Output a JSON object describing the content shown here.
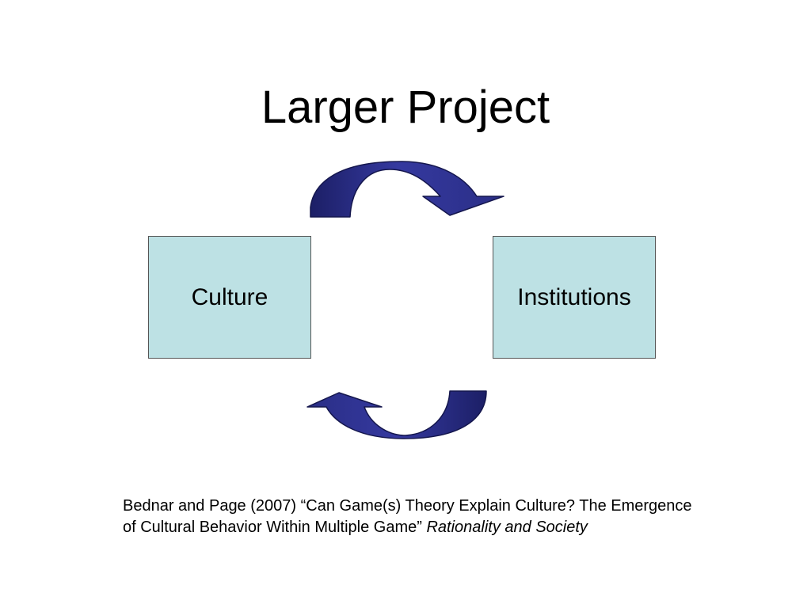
{
  "slide": {
    "title": "Larger Project"
  },
  "diagram": {
    "nodes": [
      {
        "id": "culture",
        "label": "Culture"
      },
      {
        "id": "institutions",
        "label": "Institutions"
      }
    ],
    "edges": [
      {
        "from": "culture",
        "to": "institutions"
      },
      {
        "from": "institutions",
        "to": "culture"
      }
    ],
    "colors": {
      "box_fill": "#bde1e4",
      "arrow_fill": "#35399f",
      "arrow_dark": "#1c1f66"
    }
  },
  "citation": {
    "text": "Bednar and Page (2007)  “Can Game(s) Theory Explain Culture?  The Emergence of Cultural Behavior Within Multiple Game” ",
    "journal": "Rationality and Society"
  }
}
